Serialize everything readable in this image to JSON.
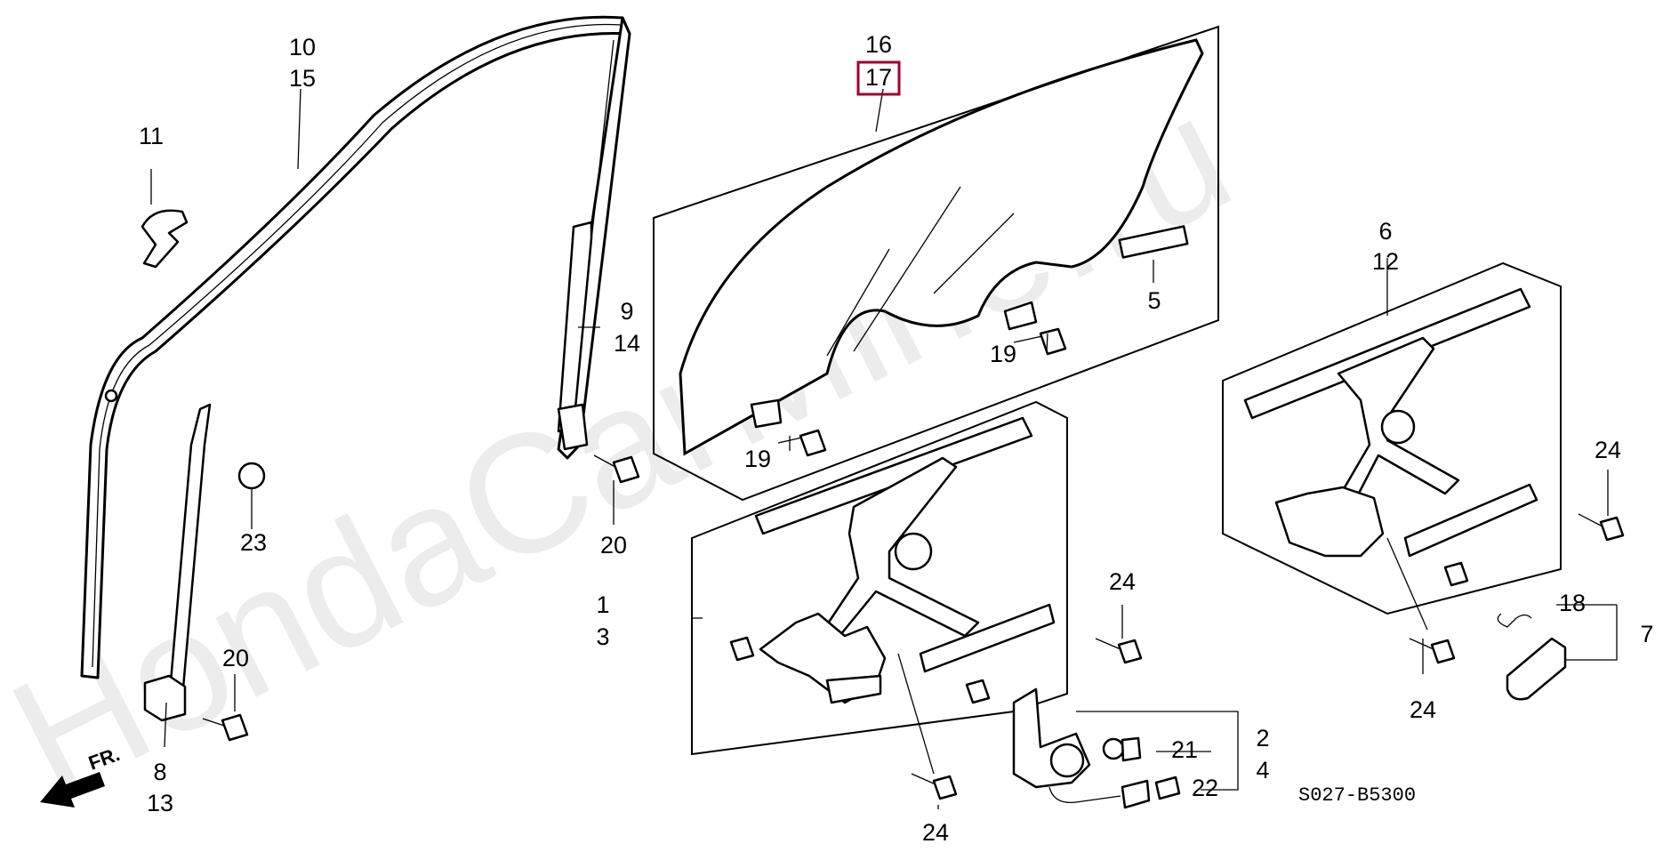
{
  "diagram": {
    "code": "S027-B5300",
    "watermark": "HondaCarMine.ru",
    "direction_label": "FR.",
    "highlight_color": "#a00030",
    "callouts": [
      {
        "id": "c1",
        "text": "1"
      },
      {
        "id": "c2",
        "text": "2"
      },
      {
        "id": "c3",
        "text": "3"
      },
      {
        "id": "c4",
        "text": "4"
      },
      {
        "id": "c5",
        "text": "5"
      },
      {
        "id": "c6",
        "text": "6"
      },
      {
        "id": "c7",
        "text": "7"
      },
      {
        "id": "c8",
        "text": "8"
      },
      {
        "id": "c9",
        "text": "9"
      },
      {
        "id": "c10",
        "text": "10"
      },
      {
        "id": "c11",
        "text": "11"
      },
      {
        "id": "c12",
        "text": "12"
      },
      {
        "id": "c13",
        "text": "13"
      },
      {
        "id": "c14",
        "text": "14"
      },
      {
        "id": "c15",
        "text": "15"
      },
      {
        "id": "c16",
        "text": "16"
      },
      {
        "id": "c17",
        "text": "17",
        "highlighted": true
      },
      {
        "id": "c18",
        "text": "18"
      },
      {
        "id": "c19a",
        "text": "19"
      },
      {
        "id": "c19b",
        "text": "19"
      },
      {
        "id": "c20a",
        "text": "20"
      },
      {
        "id": "c20b",
        "text": "20"
      },
      {
        "id": "c21",
        "text": "21"
      },
      {
        "id": "c22",
        "text": "22"
      },
      {
        "id": "c23",
        "text": "23"
      },
      {
        "id": "c24a",
        "text": "24"
      },
      {
        "id": "c24b",
        "text": "24"
      },
      {
        "id": "c24c",
        "text": "24"
      },
      {
        "id": "c24d",
        "text": "24"
      }
    ]
  }
}
